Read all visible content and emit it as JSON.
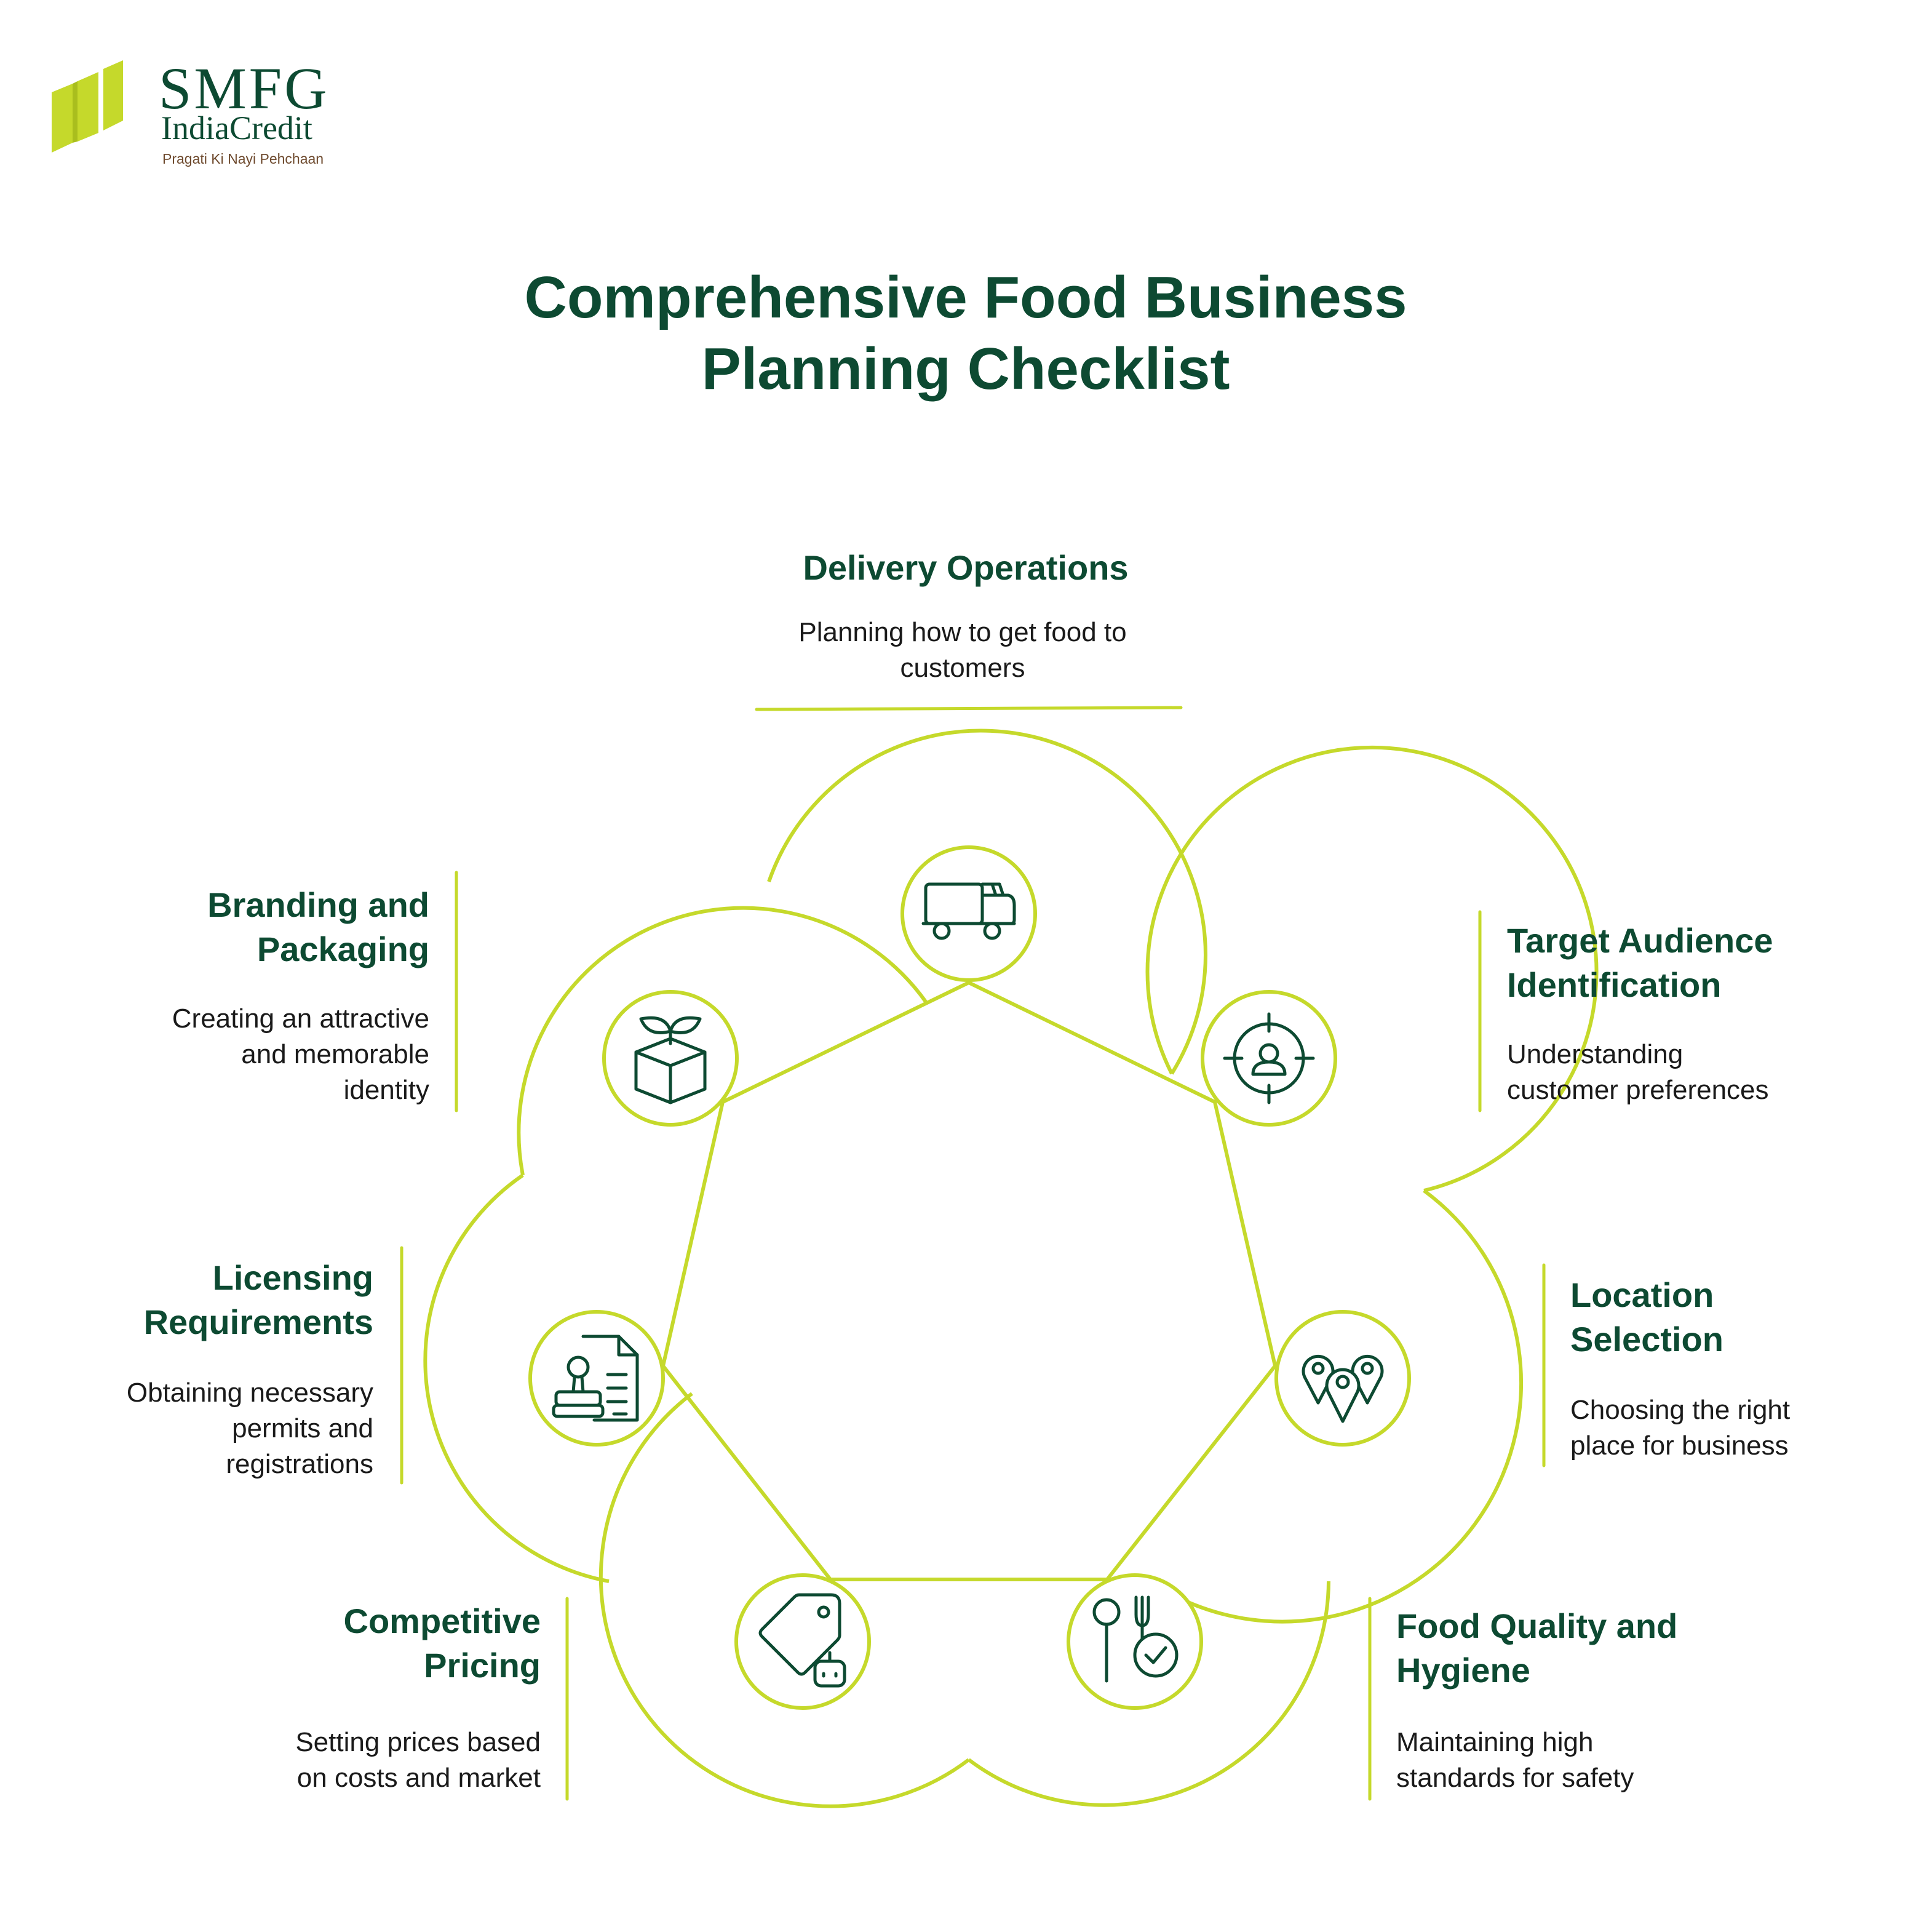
{
  "brand": {
    "name": "SMFG",
    "subname": "IndiaCredit",
    "tagline": "Pragati Ki Nayi Pehchaan",
    "logo_icon": "smfg-leaf-logo-icon"
  },
  "title": {
    "line1": "Comprehensive Food Business",
    "line2": "Planning Checklist"
  },
  "colors": {
    "primary_text": "#0d4a32",
    "accent": "#c5d92b",
    "body_text": "#1a1a1a"
  },
  "items": [
    {
      "id": "delivery",
      "icon": "delivery-truck-icon",
      "heading": [
        "Delivery Operations"
      ],
      "description": [
        "Planning how to get food to",
        "customers"
      ]
    },
    {
      "id": "target",
      "icon": "target-audience-icon",
      "heading": [
        "Target Audience",
        "Identification"
      ],
      "description": [
        "Understanding",
        "customer preferences"
      ]
    },
    {
      "id": "location",
      "icon": "location-pins-icon",
      "heading": [
        "Location",
        "Selection"
      ],
      "description": [
        "Choosing the right",
        "place for business"
      ]
    },
    {
      "id": "quality",
      "icon": "food-quality-icon",
      "heading": [
        "Food Quality and",
        "Hygiene"
      ],
      "description": [
        "Maintaining high",
        "standards for safety"
      ]
    },
    {
      "id": "pricing",
      "icon": "price-tag-icon",
      "heading": [
        "Competitive",
        "Pricing"
      ],
      "description": [
        "Setting prices based",
        "on costs and market"
      ]
    },
    {
      "id": "licensing",
      "icon": "license-stamp-icon",
      "heading": [
        "Licensing",
        "Requirements"
      ],
      "description": [
        "Obtaining necessary",
        "permits and",
        "registrations"
      ]
    },
    {
      "id": "branding",
      "icon": "package-sprout-icon",
      "heading": [
        "Branding and",
        "Packaging"
      ],
      "description": [
        "Creating an attractive",
        "and memorable",
        "identity"
      ]
    }
  ]
}
